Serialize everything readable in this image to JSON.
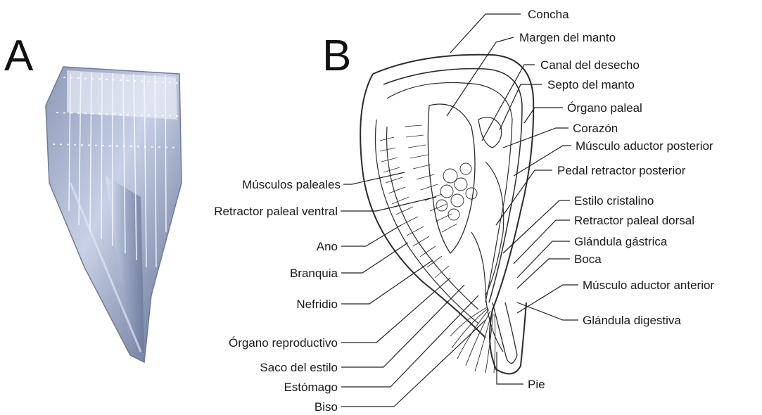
{
  "panels": {
    "a_letter": "A",
    "b_letter": "B"
  },
  "labels": {
    "concha": "Concha",
    "margen_manto": "Margen del manto",
    "canal_desecho": "Canal del desecho",
    "septo_manto": "Septo del manto",
    "organo_paleal": "Órgano paleal",
    "corazon": "Corazón",
    "musculo_aductor_posterior": "Músculo aductor posterior",
    "pedal_retractor_posterior": "Pedal retractor posterior",
    "estilo_cristalino": "Estilo cristalino",
    "retractor_paleal_dorsal": "Retractor paleal dorsal",
    "glandula_gastrica": "Glándula gástrica",
    "boca": "Boca",
    "musculo_aductor_anterior": "Músculo aductor anterior",
    "glandula_digestiva": "Glándula digestiva",
    "pie": "Pie",
    "musculos_paleales": "Músculos paleales",
    "retractor_paleal_ventral": "Retractor paleal ventral",
    "ano": "Ano",
    "branquia": "Branquia",
    "nefridio": "Nefridio",
    "organo_reproductivo": "Órgano reproductivo",
    "saco_estilo": "Saco del estilo",
    "estomago": "Estómago",
    "biso": "Biso"
  }
}
